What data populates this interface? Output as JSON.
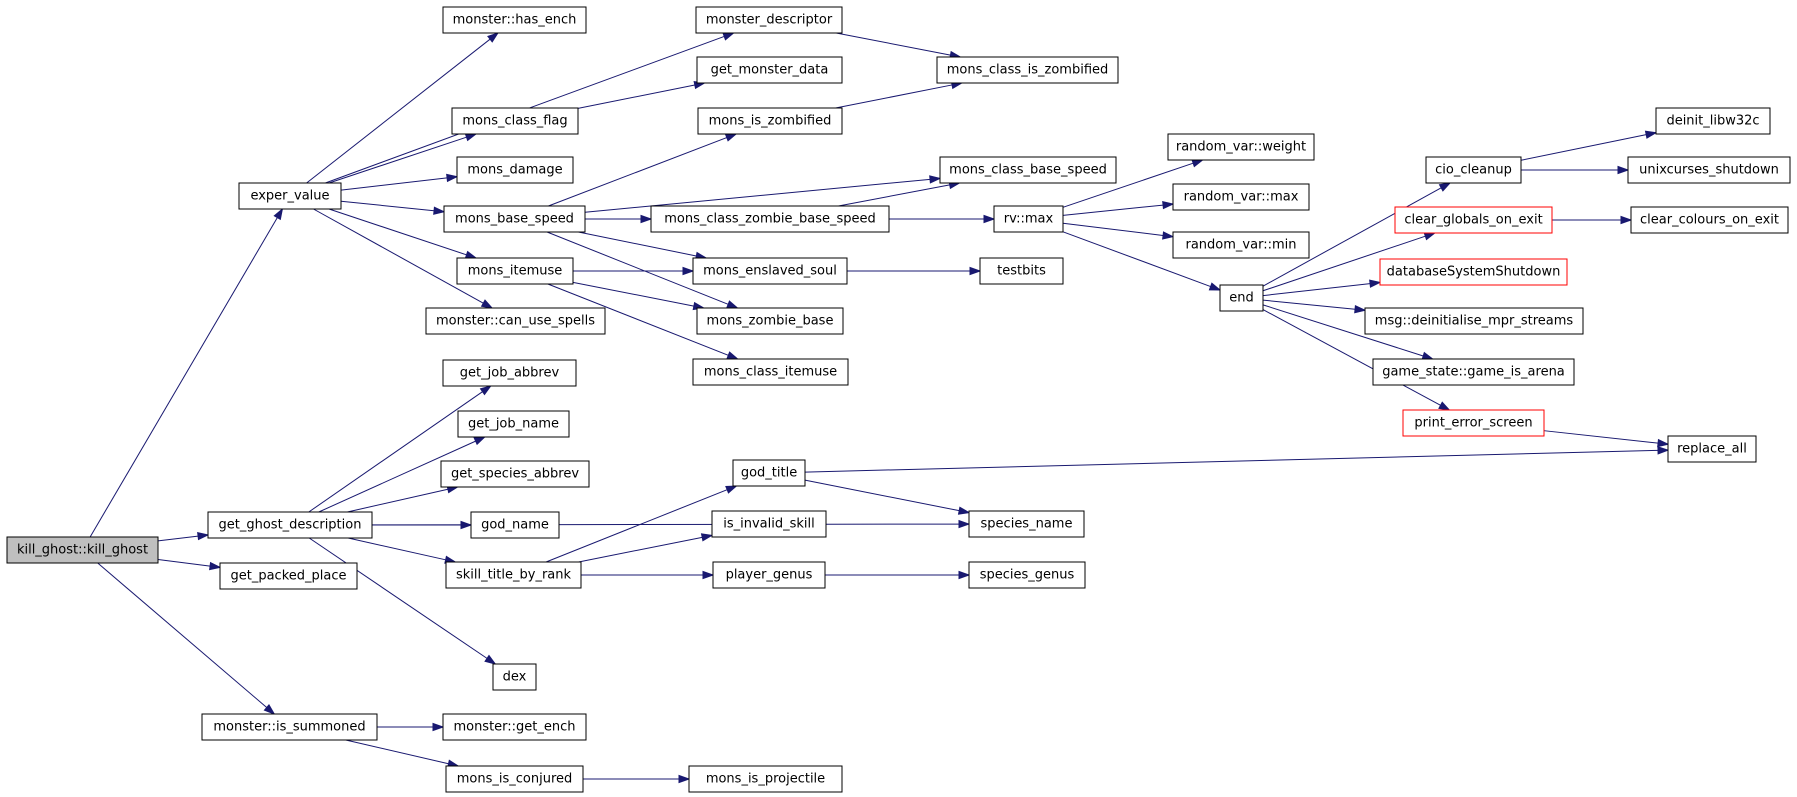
{
  "graph": {
    "colors": {
      "edge": "#191970",
      "node_border": "#000000",
      "highlight_border": "#ff0000",
      "root_fill": "#bfbfbf"
    },
    "nodes": [
      {
        "id": "kill_ghost",
        "label": "kill_ghost::kill_ghost",
        "style": "root"
      },
      {
        "id": "exper_value",
        "label": "exper_value"
      },
      {
        "id": "get_ghost_description",
        "label": "get_ghost_description"
      },
      {
        "id": "get_packed_place",
        "label": "get_packed_place"
      },
      {
        "id": "is_summoned",
        "label": "monster::is_summoned"
      },
      {
        "id": "has_ench",
        "label": "monster::has_ench"
      },
      {
        "id": "monster_descriptor",
        "label": "monster_descriptor"
      },
      {
        "id": "mons_class_flag",
        "label": "mons_class_flag"
      },
      {
        "id": "mons_damage",
        "label": "mons_damage"
      },
      {
        "id": "mons_base_speed",
        "label": "mons_base_speed"
      },
      {
        "id": "mons_itemuse",
        "label": "mons_itemuse"
      },
      {
        "id": "can_use_spells",
        "label": "monster::can_use_spells"
      },
      {
        "id": "get_monster_data",
        "label": "get_monster_data"
      },
      {
        "id": "mons_class_is_zombified",
        "label": "mons_class_is_zombified"
      },
      {
        "id": "mons_is_zombified",
        "label": "mons_is_zombified"
      },
      {
        "id": "mons_class_base_speed",
        "label": "mons_class_base_speed"
      },
      {
        "id": "mons_class_zombie_base_speed",
        "label": "mons_class_zombie_base_speed"
      },
      {
        "id": "mons_enslaved_soul",
        "label": "mons_enslaved_soul"
      },
      {
        "id": "mons_zombie_base",
        "label": "mons_zombie_base"
      },
      {
        "id": "mons_class_itemuse",
        "label": "mons_class_itemuse"
      },
      {
        "id": "rv_max",
        "label": "rv::max"
      },
      {
        "id": "testbits",
        "label": "testbits"
      },
      {
        "id": "rv_weight",
        "label": "random_var::weight"
      },
      {
        "id": "rv_max2",
        "label": "random_var::max"
      },
      {
        "id": "rv_min",
        "label": "random_var::min"
      },
      {
        "id": "end",
        "label": "end"
      },
      {
        "id": "cio_cleanup",
        "label": "cio_cleanup"
      },
      {
        "id": "clear_globals_on_exit",
        "label": "clear_globals_on_exit",
        "style": "red"
      },
      {
        "id": "databaseSystemShutdown",
        "label": "databaseSystemShutdown",
        "style": "red"
      },
      {
        "id": "msg_deinit",
        "label": "msg::deinitialise_mpr_streams"
      },
      {
        "id": "game_is_arena",
        "label": "game_state::game_is_arena"
      },
      {
        "id": "print_error_screen",
        "label": "print_error_screen",
        "style": "red"
      },
      {
        "id": "deinit_libw32c",
        "label": "deinit_libw32c"
      },
      {
        "id": "unixcurses_shutdown",
        "label": "unixcurses_shutdown"
      },
      {
        "id": "clear_colours_on_exit",
        "label": "clear_colours_on_exit"
      },
      {
        "id": "replace_all",
        "label": "replace_all"
      },
      {
        "id": "get_job_abbrev",
        "label": "get_job_abbrev"
      },
      {
        "id": "get_job_name",
        "label": "get_job_name"
      },
      {
        "id": "get_species_abbrev",
        "label": "get_species_abbrev"
      },
      {
        "id": "god_name",
        "label": "god_name"
      },
      {
        "id": "skill_title_by_rank",
        "label": "skill_title_by_rank"
      },
      {
        "id": "dex",
        "label": "dex"
      },
      {
        "id": "god_title",
        "label": "god_title"
      },
      {
        "id": "is_invalid_skill",
        "label": "is_invalid_skill"
      },
      {
        "id": "player_genus",
        "label": "player_genus"
      },
      {
        "id": "species_name",
        "label": "species_name"
      },
      {
        "id": "species_genus",
        "label": "species_genus"
      },
      {
        "id": "get_ench",
        "label": "monster::get_ench"
      },
      {
        "id": "mons_is_conjured",
        "label": "mons_is_conjured"
      },
      {
        "id": "mons_is_projectile",
        "label": "mons_is_projectile"
      }
    ],
    "edges": [
      [
        "kill_ghost",
        "exper_value"
      ],
      [
        "kill_ghost",
        "get_ghost_description"
      ],
      [
        "kill_ghost",
        "get_packed_place"
      ],
      [
        "kill_ghost",
        "is_summoned"
      ],
      [
        "exper_value",
        "has_ench"
      ],
      [
        "exper_value",
        "monster_descriptor"
      ],
      [
        "exper_value",
        "mons_class_flag"
      ],
      [
        "exper_value",
        "mons_damage"
      ],
      [
        "exper_value",
        "mons_base_speed"
      ],
      [
        "exper_value",
        "mons_itemuse"
      ],
      [
        "exper_value",
        "can_use_spells"
      ],
      [
        "monster_descriptor",
        "mons_class_is_zombified"
      ],
      [
        "mons_class_flag",
        "get_monster_data"
      ],
      [
        "mons_base_speed",
        "mons_is_zombified"
      ],
      [
        "mons_base_speed",
        "mons_class_base_speed"
      ],
      [
        "mons_base_speed",
        "mons_class_zombie_base_speed"
      ],
      [
        "mons_base_speed",
        "mons_enslaved_soul"
      ],
      [
        "mons_base_speed",
        "mons_zombie_base"
      ],
      [
        "mons_is_zombified",
        "mons_class_is_zombified"
      ],
      [
        "mons_class_zombie_base_speed",
        "mons_class_base_speed"
      ],
      [
        "mons_class_zombie_base_speed",
        "rv_max"
      ],
      [
        "mons_itemuse",
        "mons_enslaved_soul"
      ],
      [
        "mons_itemuse",
        "mons_zombie_base"
      ],
      [
        "mons_itemuse",
        "mons_class_itemuse"
      ],
      [
        "mons_enslaved_soul",
        "testbits"
      ],
      [
        "rv_max",
        "rv_weight"
      ],
      [
        "rv_max",
        "rv_max2"
      ],
      [
        "rv_max",
        "rv_min"
      ],
      [
        "rv_max",
        "end"
      ],
      [
        "end",
        "cio_cleanup"
      ],
      [
        "end",
        "clear_globals_on_exit"
      ],
      [
        "end",
        "databaseSystemShutdown"
      ],
      [
        "end",
        "msg_deinit"
      ],
      [
        "end",
        "game_is_arena"
      ],
      [
        "end",
        "print_error_screen"
      ],
      [
        "cio_cleanup",
        "deinit_libw32c"
      ],
      [
        "cio_cleanup",
        "unixcurses_shutdown"
      ],
      [
        "clear_globals_on_exit",
        "clear_colours_on_exit"
      ],
      [
        "print_error_screen",
        "replace_all"
      ],
      [
        "get_ghost_description",
        "get_job_abbrev"
      ],
      [
        "get_ghost_description",
        "get_job_name"
      ],
      [
        "get_ghost_description",
        "get_species_abbrev"
      ],
      [
        "get_ghost_description",
        "god_name"
      ],
      [
        "get_ghost_description",
        "skill_title_by_rank"
      ],
      [
        "get_ghost_description",
        "species_name"
      ],
      [
        "get_ghost_description",
        "dex"
      ],
      [
        "skill_title_by_rank",
        "god_title"
      ],
      [
        "skill_title_by_rank",
        "is_invalid_skill"
      ],
      [
        "skill_title_by_rank",
        "player_genus"
      ],
      [
        "god_title",
        "replace_all"
      ],
      [
        "god_title",
        "species_name"
      ],
      [
        "player_genus",
        "species_genus"
      ],
      [
        "is_summoned",
        "get_ench"
      ],
      [
        "is_summoned",
        "mons_is_conjured"
      ],
      [
        "mons_is_conjured",
        "mons_is_projectile"
      ]
    ]
  }
}
